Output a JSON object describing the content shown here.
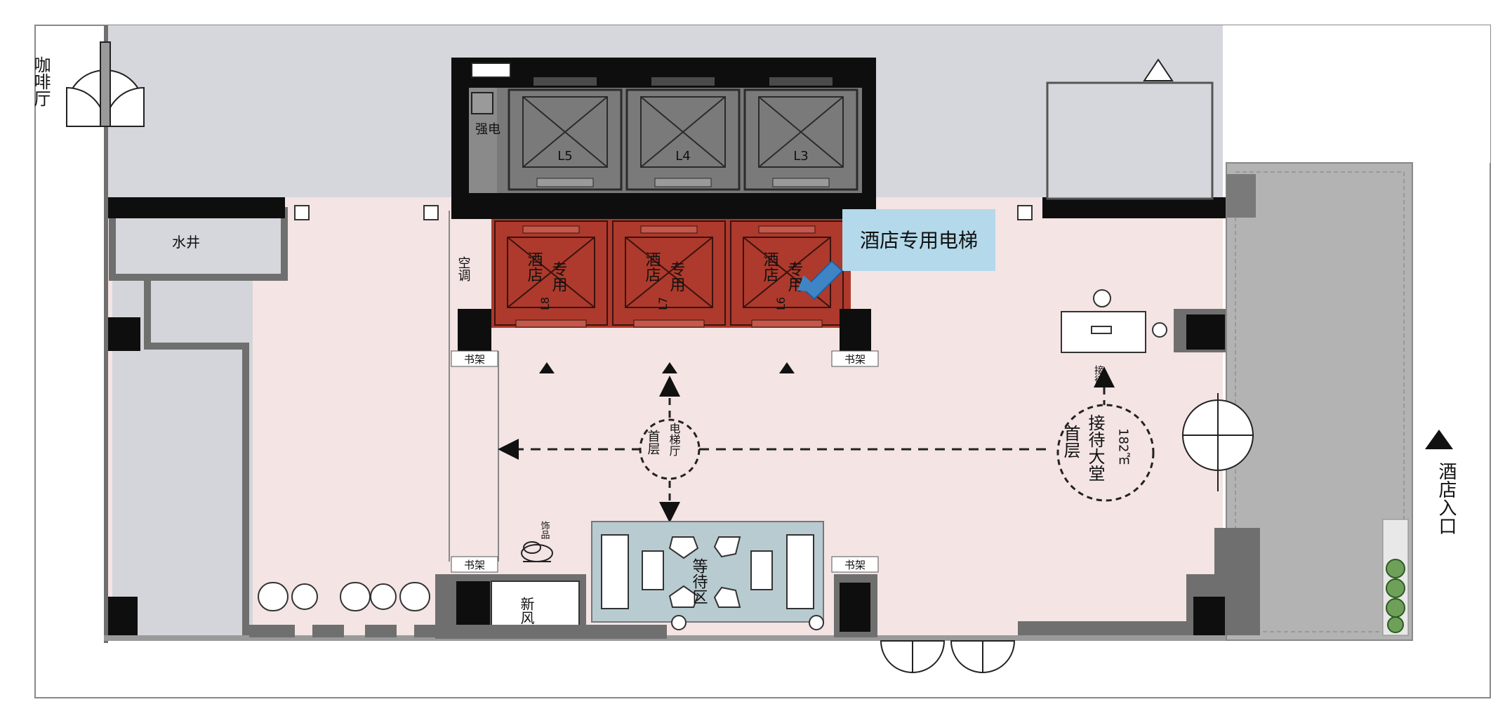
{
  "labels": {
    "cafe": "咖啡厅",
    "water_shaft": "水井",
    "strong_power": "强电",
    "ac": "空调",
    "fresh_air_shaft": "新风井",
    "bookshelf": "书架",
    "decor": "饰品",
    "waiting_area": "等待区",
    "elevator_hall_line1": "首层",
    "elevator_hall_line2": "电梯厅",
    "lobby_line1": "首层",
    "lobby_line2": "接待大堂",
    "lobby_area": "182㎡",
    "reception": "接待",
    "hotel_entrance": "酒店入口",
    "callout": "酒店专用电梯"
  },
  "elevators": {
    "regular": [
      "L5",
      "L4",
      "L3"
    ],
    "hotel": [
      {
        "id": "L8",
        "label_1": "酒店",
        "label_2": "专用"
      },
      {
        "id": "L7",
        "label_1": "酒店",
        "label_2": "专用"
      },
      {
        "id": "L6",
        "label_1": "酒店",
        "label_2": "专用"
      }
    ]
  },
  "colors": {
    "floor_pink": "#f4e4e4",
    "corridor_grey": "#d6d7dc",
    "wall_black": "#0e0e0e",
    "wall_grey": "#6f6f6f",
    "elevator_grey": "#797979",
    "hotel_elevator_red": "#ad3a2c",
    "callout_blue": "#b3d9ea",
    "entrance_grey": "#b3b3b3",
    "waiting_rug": "#b8cbd1"
  }
}
